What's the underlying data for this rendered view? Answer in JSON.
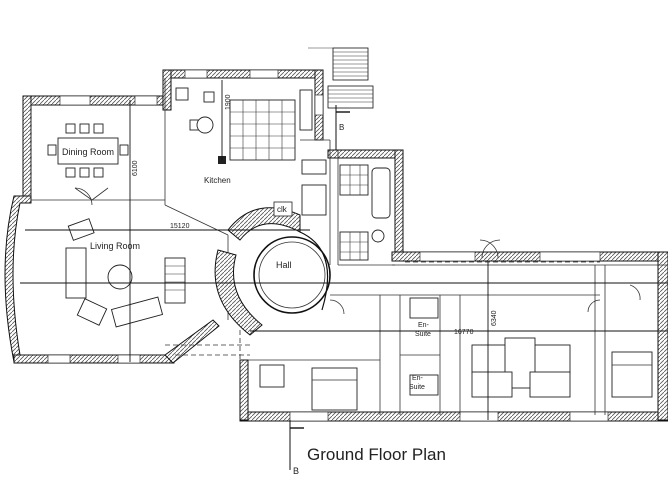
{
  "title": "Ground Floor Plan",
  "rooms": {
    "dining": "Dining Room",
    "kitchen": "Kitchen",
    "living": "Living Room",
    "hall": "Hall",
    "clk": "clk",
    "ensuite_1_a": "En-",
    "ensuite_1_b": "Suite",
    "ensuite_2_a": "En-",
    "ensuite_2_b": "Suite"
  },
  "dimensions": {
    "d1900": "1900",
    "d6100": "6100",
    "d15120": "15120",
    "d6340": "6340",
    "d16770": "16770"
  },
  "section_marks": {
    "top": "B",
    "bottom": "B"
  },
  "colors": {
    "line": "#111111",
    "hatch": "#555555",
    "background": "#ffffff"
  }
}
